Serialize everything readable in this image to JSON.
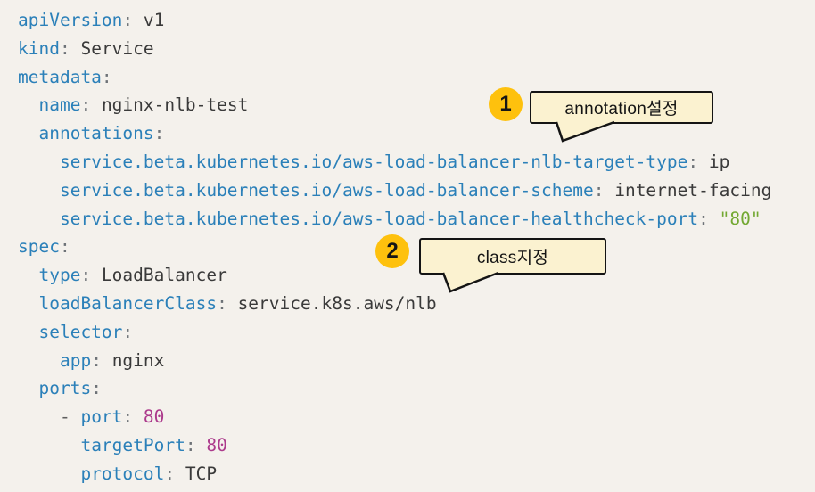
{
  "page": {
    "description": "Kubernetes Service YAML manifest screenshot with two Korean annotation callouts"
  },
  "colors": {
    "page_background": "#f4f1ec",
    "key": "#2b80b9",
    "punctuation": "#6d7277",
    "value": "#3a3a3a",
    "string": "#73a832",
    "number": "#ac3a8c",
    "dash": "#5e5e5e",
    "callout_circle": "#fec10d",
    "callout_bubble_fill": "#fbf2d0",
    "callout_bubble_border": "#141414"
  },
  "code": {
    "language": "yaml",
    "lines": [
      [
        {
          "t": "apiVersion",
          "c": "key"
        },
        {
          "t": ":",
          "c": "punctuation"
        },
        {
          "t": " v1",
          "c": "value"
        }
      ],
      [
        {
          "t": "kind",
          "c": "key"
        },
        {
          "t": ":",
          "c": "punctuation"
        },
        {
          "t": " Service",
          "c": "value"
        }
      ],
      [
        {
          "t": "metadata",
          "c": "key"
        },
        {
          "t": ":",
          "c": "punctuation"
        }
      ],
      [
        {
          "t": "  "
        },
        {
          "t": "name",
          "c": "key"
        },
        {
          "t": ":",
          "c": "punctuation"
        },
        {
          "t": " nginx-nlb-test",
          "c": "value"
        }
      ],
      [
        {
          "t": "  "
        },
        {
          "t": "annotations",
          "c": "key"
        },
        {
          "t": ":",
          "c": "punctuation"
        }
      ],
      [
        {
          "t": "    "
        },
        {
          "t": "service.beta.kubernetes.io/aws-load-balancer-nlb-target-type",
          "c": "key"
        },
        {
          "t": ":",
          "c": "punctuation"
        },
        {
          "t": " ip",
          "c": "value"
        }
      ],
      [
        {
          "t": "    "
        },
        {
          "t": "service.beta.kubernetes.io/aws-load-balancer-scheme",
          "c": "key"
        },
        {
          "t": ":",
          "c": "punctuation"
        },
        {
          "t": " internet-facing",
          "c": "value"
        }
      ],
      [
        {
          "t": "    "
        },
        {
          "t": "service.beta.kubernetes.io/aws-load-balancer-healthcheck-port",
          "c": "key"
        },
        {
          "t": ":",
          "c": "punctuation"
        },
        {
          "t": " ",
          "c": "value"
        },
        {
          "t": "\"80\"",
          "c": "string"
        }
      ],
      [
        {
          "t": "spec",
          "c": "key"
        },
        {
          "t": ":",
          "c": "punctuation"
        }
      ],
      [
        {
          "t": "  "
        },
        {
          "t": "type",
          "c": "key"
        },
        {
          "t": ":",
          "c": "punctuation"
        },
        {
          "t": " LoadBalancer",
          "c": "value"
        }
      ],
      [
        {
          "t": "  "
        },
        {
          "t": "loadBalancerClass",
          "c": "key"
        },
        {
          "t": ":",
          "c": "punctuation"
        },
        {
          "t": " service.k8s.aws/nlb",
          "c": "value"
        }
      ],
      [
        {
          "t": "  "
        },
        {
          "t": "selector",
          "c": "key"
        },
        {
          "t": ":",
          "c": "punctuation"
        }
      ],
      [
        {
          "t": "    "
        },
        {
          "t": "app",
          "c": "key"
        },
        {
          "t": ":",
          "c": "punctuation"
        },
        {
          "t": " nginx",
          "c": "value"
        }
      ],
      [
        {
          "t": "  "
        },
        {
          "t": "ports",
          "c": "key"
        },
        {
          "t": ":",
          "c": "punctuation"
        }
      ],
      [
        {
          "t": "    "
        },
        {
          "t": "- ",
          "c": "dash"
        },
        {
          "t": "port",
          "c": "key"
        },
        {
          "t": ":",
          "c": "punctuation"
        },
        {
          "t": " ",
          "c": "value"
        },
        {
          "t": "80",
          "c": "number"
        }
      ],
      [
        {
          "t": "      "
        },
        {
          "t": "targetPort",
          "c": "key"
        },
        {
          "t": ":",
          "c": "punctuation"
        },
        {
          "t": " ",
          "c": "value"
        },
        {
          "t": "80",
          "c": "number"
        }
      ],
      [
        {
          "t": "      "
        },
        {
          "t": "protocol",
          "c": "key"
        },
        {
          "t": ":",
          "c": "punctuation"
        },
        {
          "t": " TCP",
          "c": "value"
        }
      ]
    ]
  },
  "callouts": [
    {
      "number": "1",
      "label": "annotation설정"
    },
    {
      "number": "2",
      "label": "class지정"
    }
  ]
}
